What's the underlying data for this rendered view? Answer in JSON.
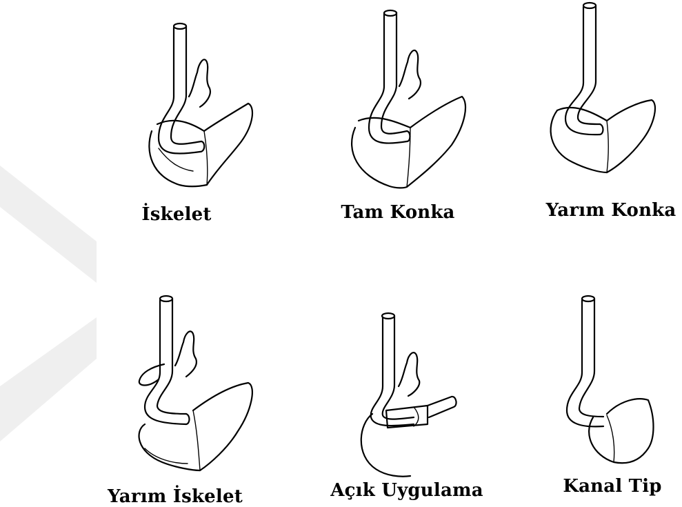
{
  "figure": {
    "items": [
      {
        "key": "iskelet",
        "label": "İskelet"
      },
      {
        "key": "tam_konka",
        "label": "Tam Konka"
      },
      {
        "key": "yarim_konka",
        "label": "Yarım Konka"
      },
      {
        "key": "yarim_iskelet",
        "label": "Yarım İskelet"
      },
      {
        "key": "acik_uygulama",
        "label": "Açık Uygulama"
      },
      {
        "key": "kanal_tip",
        "label": "Kanal Tip"
      }
    ],
    "watermark_color": "#e8e8e8"
  }
}
